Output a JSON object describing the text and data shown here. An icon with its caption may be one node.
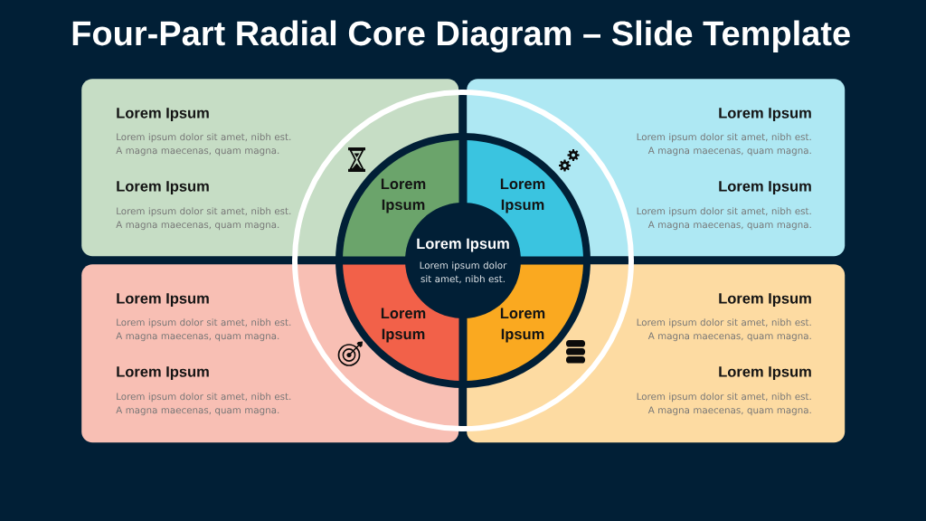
{
  "diagram": {
    "title": "Four-Part Radial Core Diagram – Slide Template",
    "nodes": [
      {
        "text": [
          "Lorem Ipsum",
          "Lorem ipsum dolor sit amet, nibh est. A magna maecenas, quam magna.",
          "Lorem Ipsum",
          "Lorem ipsum dolor sit amet, nibh est. A magna maecenas, quam magna."
        ]
      },
      {
        "text": [
          "Lorem Ipsum",
          "Lorem ipsum dolor sit amet, nibh est. A magna maecenas, quam magna.",
          "Lorem Ipsum",
          "Lorem ipsum dolor sit amet, nibh est. A magna maecenas, quam magna."
        ]
      },
      {
        "text": [
          "Lorem Ipsum",
          "Lorem ipsum dolor sit amet, nibh est. A magna maecenas, quam magna.",
          "Lorem Ipsum",
          "Lorem ipsum dolor sit amet, nibh est. A magna maecenas, quam magna."
        ]
      },
      {
        "text": [
          "Lorem Ipsum",
          "Lorem ipsum dolor sit amet, nibh est. A magna maecenas, quam magna.",
          "Lorem Ipsum",
          "Lorem ipsum dolor sit amet, nibh est. A magna maecenas, quam magna."
        ]
      },
      {
        "text": [
          "Lorem Ipsum"
        ],
        "in": 0
      },
      {
        "text": [
          "Lorem Ipsum"
        ],
        "in": 1
      },
      {
        "text": [
          "Lorem Ipsum"
        ],
        "in": 2
      },
      {
        "text": [
          "Lorem Ipsum"
        ],
        "in": 3
      },
      {
        "text": [
          "Lorem Ipsum",
          "Lorem ipsum dolor sit amet, nibh est."
        ]
      }
    ]
  }
}
